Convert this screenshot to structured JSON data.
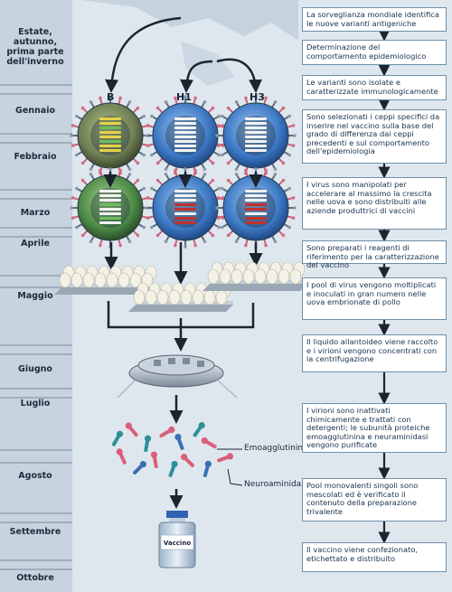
{
  "timeline": {
    "first_period": "Estate, autunno, prima parte dell'inverno",
    "months": [
      "Gennaio",
      "Febbraio",
      "Marzo",
      "Aprile",
      "Maggio",
      "Giugno",
      "Luglio",
      "Agosto",
      "Settembre",
      "Ottobre"
    ]
  },
  "strains": [
    "B",
    "H1",
    "H3"
  ],
  "labels": {
    "hemagglutinin": "Emoagglutinina",
    "neuraminidase": "Neuroaminidasi",
    "vaccine": "Vaccino"
  },
  "steps": [
    "La sorveglianza mondiale identifica le nuove varianti antigeniche",
    "Determinazione del comportamento epidemiologico",
    "Le varianti sono isolate e caratterizzate immunologicamente",
    "Sono selezionati i ceppi specifici da inserire nel vaccino sulla base del grado di differenza dai ceppi precedenti e sul comportamento dell'epidemiologia",
    "I virus sono manipolati per accelerare al massimo la crescita nelle uova e sono distribuiti alle aziende produttrici di vaccini",
    "Sono preparati i reagenti di riferimento per la caratterizzazione del vaccino",
    "I pool di virus vengono moltiplicati e inoculati in gran numero nelle uova embrionate di pollo",
    "Il liquido allantoideo viene raccolto e i virioni vengono concentrati con la centrifugazione",
    "I virioni sono inattivati chimicamente e trattati con detergenti; le subunità proteiche emoagglutinina e neuraminidasi vengono purificate",
    "Pool monovalenti singoli sono mescolati ed è verificato il contenuto della preparazione trivalente",
    "Il vaccino viene confezionato, etichettato e distribuito"
  ],
  "colors": {
    "timeline_band": "#c7d3de",
    "timeline_divider": "#5f7388",
    "box_border": "#6f8fa8",
    "arrow": "#1c2430",
    "virus_b_shell": "#6f7e54",
    "virus_h_shell": "#3c78c4",
    "stripe_yellow": "#e6d24a",
    "stripe_green": "#6bbf59",
    "stripe_white": "#f2f2f2",
    "stripe_red": "#c0312e"
  }
}
